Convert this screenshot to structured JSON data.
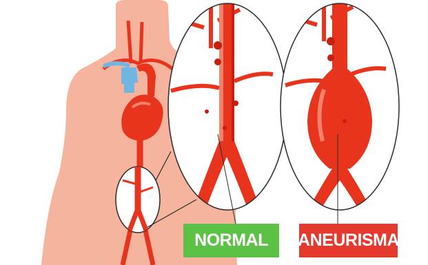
{
  "labels": {
    "normal": "NORMAL",
    "aneurysm": "ANEURISMA"
  },
  "colors": {
    "background": "#ffffff",
    "body_silhouette": "#f6b49e",
    "artery_red": "#e8341c",
    "artery_dark": "#c41f0f",
    "artery_highlight": "#f4826a",
    "vein_blue": "#6fb6e3",
    "heart_red": "#e8341c",
    "circle_fill": "#ffffff",
    "circle_stroke": "#2a2a2a",
    "normal_label_bg": "#5bc246",
    "aneurysm_label_bg": "#e5392d"
  },
  "icons": [
    "human-torso-silhouette",
    "heart-icon",
    "aorta-icon",
    "magnifier-circle"
  ]
}
